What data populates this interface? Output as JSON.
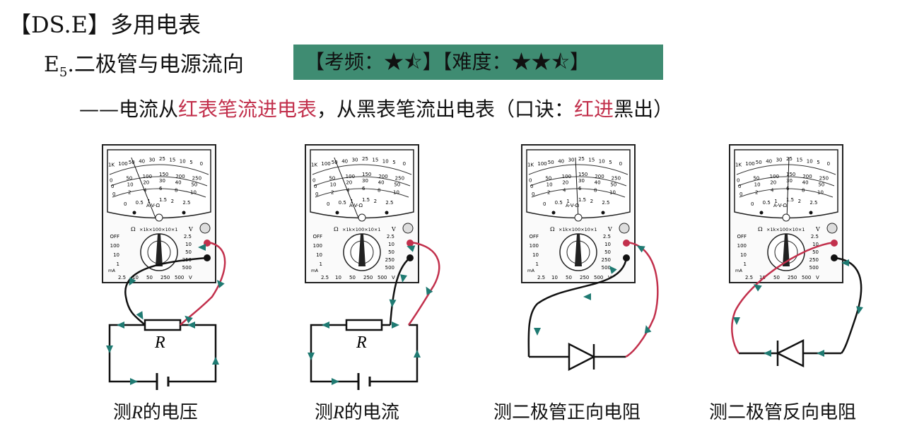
{
  "header": {
    "title": "【DS.E】多用电表",
    "section_prefix": "E",
    "section_sub": "5",
    "section_title": ".二极管与电源流向",
    "tags": "【考频：★⯪】【难度：★★⯪】",
    "tag_bg": "#3f8c72"
  },
  "rule": {
    "dash": "——",
    "p1": "电流从",
    "p2": "红表笔流进电表",
    "p3": "，从黑表笔流出电表（口诀：",
    "p4": "红进",
    "p5": "黑出）",
    "red": "#c2304c"
  },
  "meter": {
    "scale_top": [
      "1K",
      "100",
      "50",
      "40",
      "30",
      "25",
      "15",
      "10",
      "5",
      "0"
    ],
    "scale_mid": [
      "0",
      "50",
      "100",
      "150",
      "200",
      "250"
    ],
    "scale_mid2": [
      "0",
      "10",
      "20",
      "30",
      "40",
      "50"
    ],
    "scale_low": [
      "0",
      "2",
      "4",
      "6",
      "8",
      "10"
    ],
    "scale_bot": [
      "0",
      "0.5",
      "1",
      "1.5",
      "2",
      "2.5"
    ],
    "unit": "A-V-Ω",
    "ohm": "Ω",
    "range_label": "×1k×100×10×1",
    "left_ranges": [
      "OFF",
      "100",
      "10",
      "1"
    ],
    "right_ranges": [
      "2.5",
      "10",
      "50",
      "250",
      "500"
    ],
    "bottom_ranges": [
      "2.5",
      "10",
      "50",
      "250",
      "500",
      "V"
    ],
    "ma": "mA",
    "v": "V"
  },
  "panels": [
    {
      "cap_pre": "测",
      "cap_r": "R",
      "cap_post": "的电压",
      "resistor": "R"
    },
    {
      "cap_pre": "测",
      "cap_r": "R",
      "cap_post": "的电流",
      "resistor": "R"
    },
    {
      "cap_pre": "测二极管正向电阻",
      "cap_r": "",
      "cap_post": ""
    },
    {
      "cap_pre": "测二极管反向电阻",
      "cap_r": "",
      "cap_post": ""
    }
  ]
}
